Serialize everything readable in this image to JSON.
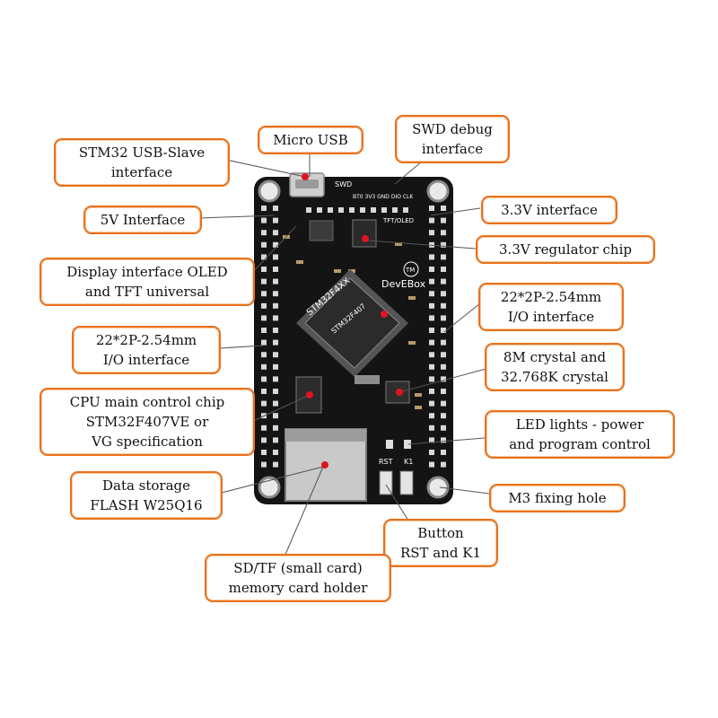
{
  "board": {
    "model_label": "STM32F4XX",
    "brand_label": "DevEBox",
    "swd_label": "SWD",
    "tft_label": "TFT/OLED",
    "tm_label": "TM",
    "chip_marking": "STM32F407",
    "rst_label": "RST",
    "k1_label": "K1",
    "pin_header_label": "BT0 3V3 GND DIO CLK"
  },
  "callouts": {
    "usb_slave": {
      "line1": "STM32 USB-Slave",
      "line2": "interface"
    },
    "micro_usb": {
      "line1": "Micro USB"
    },
    "swd_debug": {
      "line1": "SWD debug",
      "line2": "interface"
    },
    "v5_interface": {
      "line1": "5V Interface"
    },
    "v33_interface": {
      "line1": "3.3V interface"
    },
    "v33_regulator": {
      "line1": "3.3V regulator chip"
    },
    "display_interface": {
      "line1": "Display interface OLED",
      "line2": "and TFT universal"
    },
    "io_right": {
      "line1": "22*2P-2.54mm",
      "line2": "I/O interface"
    },
    "io_left": {
      "line1": "22*2P-2.54mm",
      "line2": "I/O interface"
    },
    "crystal": {
      "line1": "8M crystal and",
      "line2": "32.768K crystal"
    },
    "cpu_chip": {
      "line1": "CPU main control chip",
      "line2": "STM32F407VE or",
      "line3": "VG specification"
    },
    "led_lights": {
      "line1": "LED lights - power",
      "line2": "and program control"
    },
    "flash": {
      "line1": "Data storage",
      "line2": "FLASH W25Q16"
    },
    "fixing_hole": {
      "line1": "M3 fixing hole"
    },
    "button": {
      "line1": "Button",
      "line2": "RST and K1"
    },
    "sd_card": {
      "line1": "SD/TF (small card)",
      "line2": "memory card holder"
    }
  },
  "colors": {
    "callout_border": "#e8711b",
    "pcb": "#141414",
    "marker": "#e0141e",
    "leader": "#555555"
  }
}
